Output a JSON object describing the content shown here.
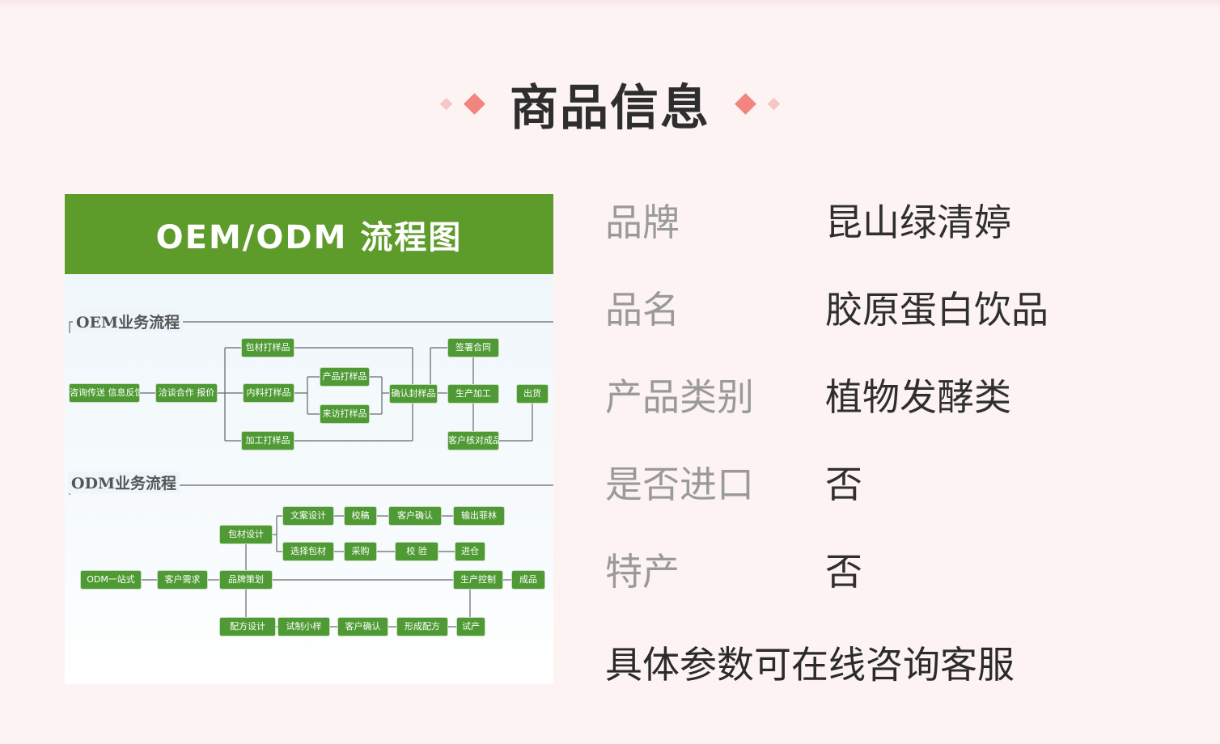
{
  "section_title": "商品信息",
  "flowchart": {
    "title": "OEM/ODM 流程图",
    "oem_label": "OEM业务流程",
    "odm_label": "ODM业务流程",
    "oem_nodes": [
      "咨询传送 信息反馈",
      "洽谈合作 报价",
      "包材打样品",
      "内料打样品",
      "加工打样品",
      "产品打样品",
      "来访打样品",
      "确认封样品",
      "签署合同",
      "生产加工",
      "客户核对成品",
      "出货"
    ],
    "odm_nodes": [
      "ODM一站式",
      "客户需求",
      "包材设计",
      "品牌策划",
      "配方设计",
      "文案设计",
      "校稿",
      "客户确认",
      "输出菲林",
      "选择包材",
      "采购",
      "校 验",
      "进仓",
      "生产控制",
      "成品",
      "试制小样",
      "客户确认",
      "形成配方",
      "试产"
    ]
  },
  "specs": [
    {
      "label": "品牌",
      "value": "昆山绿清婷"
    },
    {
      "label": "品名",
      "value": "胶原蛋白饮品"
    },
    {
      "label": "产品类别",
      "value": "植物发酵类"
    },
    {
      "label": "是否进口",
      "value": "否"
    },
    {
      "label": "特产",
      "value": "否"
    }
  ],
  "footer_note": "具体参数可在线咨询客服",
  "colors": {
    "accent": "#f1857f",
    "accent_light": "#f8c6c6",
    "flow_green": "#5d9b2b",
    "node_green": "#4f9a34"
  }
}
